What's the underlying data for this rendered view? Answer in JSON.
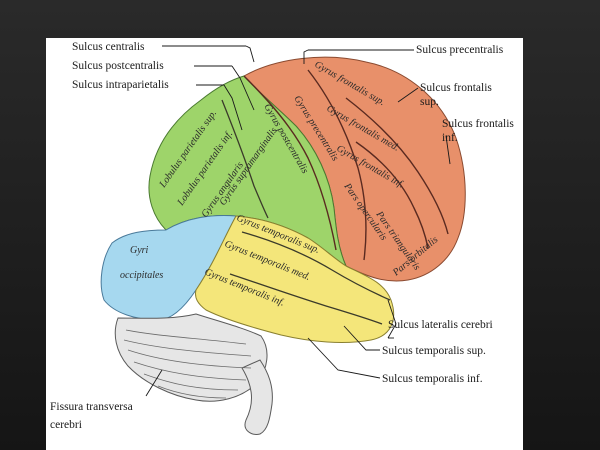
{
  "labels": {
    "sulcus_centralis": "Sulcus  centralis",
    "sulcus_postcentralis": "Sulcus  postcentralis",
    "sulcus_intraparietalis": "Sulcus  intraparietalis",
    "sulcus_precentralis": "Sulcus  precentralis",
    "sulcus_frontalis_sup_1": "Sulcus  frontalis",
    "sulcus_frontalis_sup_2": "sup.",
    "sulcus_frontalis_inf_1": "Sulcus  frontalis",
    "sulcus_frontalis_inf_2": "inf.",
    "sulcus_lateralis": "Sulcus  lateralis  cerebri",
    "sulcus_temporalis_sup": "Sulcus  temporalis  sup.",
    "sulcus_temporalis_inf": "Sulcus  temporalis  inf.",
    "fissura_1": "Fissura  transversa",
    "fissura_2": "cerebri"
  },
  "regions": {
    "gyri_occipitales_1": "Gyri",
    "gyri_occipitales_2": "occipitales",
    "gyrus_temporalis_sup": "Gyrus   temporalis   sup.",
    "gyrus_temporalis_med": "Gyrus   temporalis   med.",
    "gyrus_temporalis_inf": "Gyrus   temporalis   inf.",
    "gyrus_precentralis": "Gyrus   precentralis",
    "gyrus_postcentralis": "Gyrus   postcentralis",
    "gyrus_frontalis_sup": "Gyrus   frontalis   sup.",
    "gyrus_frontalis_med": "Gyrus   frontalis   med.",
    "gyrus_frontalis_inf": "Gyrus   frontalis   inf.",
    "lobulus_parietalis_sup": "Lobulus  parietalis  sup.",
    "lobulus_parietalis_inf": "Lobulus  parietalis  inf.",
    "gyrus_supramarginalis": "Gyrus  supramarginalis",
    "gyrus_angularis": "Gyrus  angularis",
    "pars_triangularis": "Pars  triangularis",
    "pars_orbitalis": "Pars  orbitalis",
    "pars_opercularis": "Pars  opercularis"
  },
  "colors": {
    "frontal": "#e8906a",
    "parietal": "#9ed46a",
    "occipital": "#a6d8ef",
    "temporal": "#f4e67a",
    "cerebellum": "#e6e6e6",
    "background": "#1e1e1e"
  }
}
